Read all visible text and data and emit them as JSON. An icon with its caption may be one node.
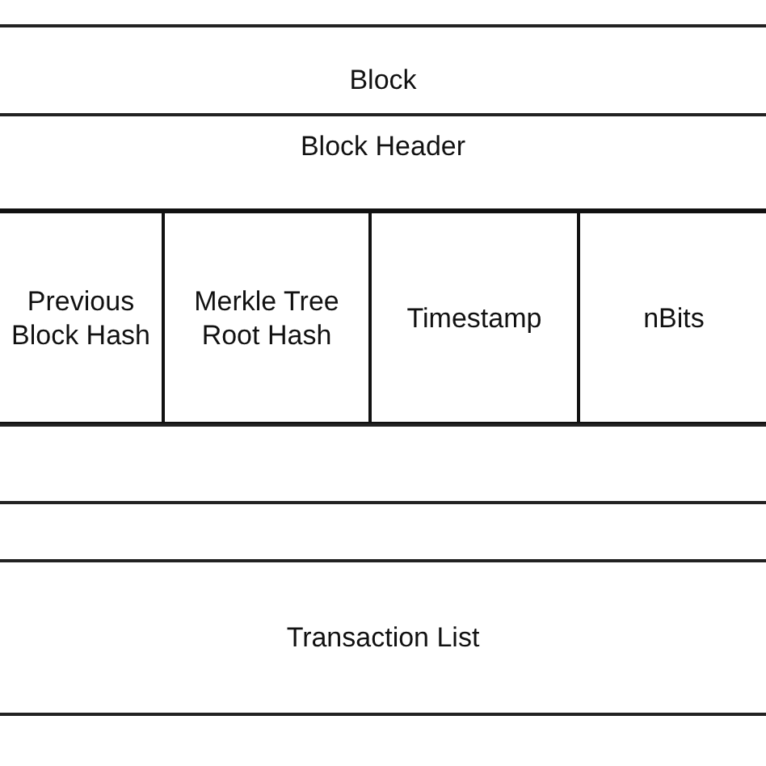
{
  "diagram": {
    "nodes": [
      {
        "text": [
          "Block"
        ]
      },
      {
        "text": [
          "Block Header"
        ],
        "in": 0
      },
      {
        "text": [
          "Previous Block Hash"
        ],
        "in": 1
      },
      {
        "text": [
          "Merkle Tree Root Hash"
        ],
        "in": 1
      },
      {
        "text": [
          "Timestamp"
        ],
        "in": 1
      },
      {
        "text": [
          "nBits"
        ],
        "in": 1
      },
      {
        "text": [],
        "shape": "box",
        "in": 0
      },
      {
        "text": [],
        "shape": "box",
        "in": 0
      },
      {
        "text": [
          "Transaction List"
        ],
        "in": 0
      }
    ],
    "edges": []
  }
}
